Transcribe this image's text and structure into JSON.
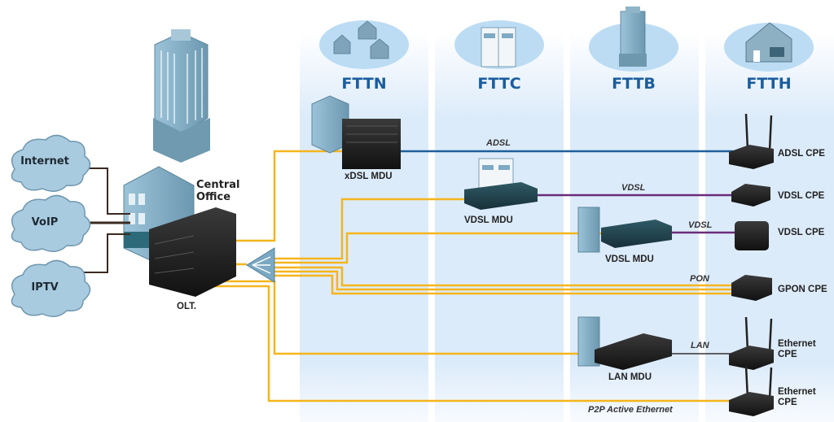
{
  "columns": [
    {
      "id": "fttn",
      "title": "FTTN",
      "icon": "houses-icon"
    },
    {
      "id": "fttc",
      "title": "FTTC",
      "icon": "street-cabinet-icon"
    },
    {
      "id": "fttb",
      "title": "FTTB",
      "icon": "tower-building-icon"
    },
    {
      "id": "ftth",
      "title": "FTTH",
      "icon": "house-icon"
    }
  ],
  "services": [
    {
      "label": "Internet",
      "icon": "cloud-icon"
    },
    {
      "label": "VoIP",
      "icon": "cloud-icon"
    },
    {
      "label": "IPTV",
      "icon": "cloud-icon"
    }
  ],
  "central_office": {
    "label": "Central\nOffice",
    "line1": "Central",
    "line2": "Office"
  },
  "olt": {
    "label": "OLT."
  },
  "splitter": {
    "icon": "optical-splitter-icon"
  },
  "mdus": [
    {
      "label": "xDSL MDU",
      "column": "FTTN"
    },
    {
      "label": "VDSL MDU",
      "column": "FTTC"
    },
    {
      "label": "VDSL MDU",
      "column": "FTTB"
    },
    {
      "label": "LAN MDU",
      "column": "FTTB"
    }
  ],
  "cpes": [
    {
      "label": "ADSL CPE"
    },
    {
      "label": "VDSL CPE"
    },
    {
      "label": "VDSL CPE"
    },
    {
      "label": "GPON CPE"
    },
    {
      "line1": "Ethernet",
      "line2": "CPE"
    },
    {
      "line1": "Ethernet",
      "line2": "CPE"
    }
  ],
  "links": [
    {
      "label": "ADSL",
      "color": "#1f5f99"
    },
    {
      "label": "VDSL",
      "color": "#6a2c7a"
    },
    {
      "label": "VDSL",
      "color": "#6a2c7a"
    },
    {
      "label": "PON",
      "color": "#f5b51c"
    },
    {
      "label": "LAN",
      "color": "#333333"
    },
    {
      "label": "P2P Active Ethernet",
      "color": "#f5b51c"
    }
  ],
  "colors": {
    "fiber": "#f5b51c",
    "column_bg": "#dcebfa",
    "title": "#1b5d9e",
    "building": "#7fa9c2"
  }
}
